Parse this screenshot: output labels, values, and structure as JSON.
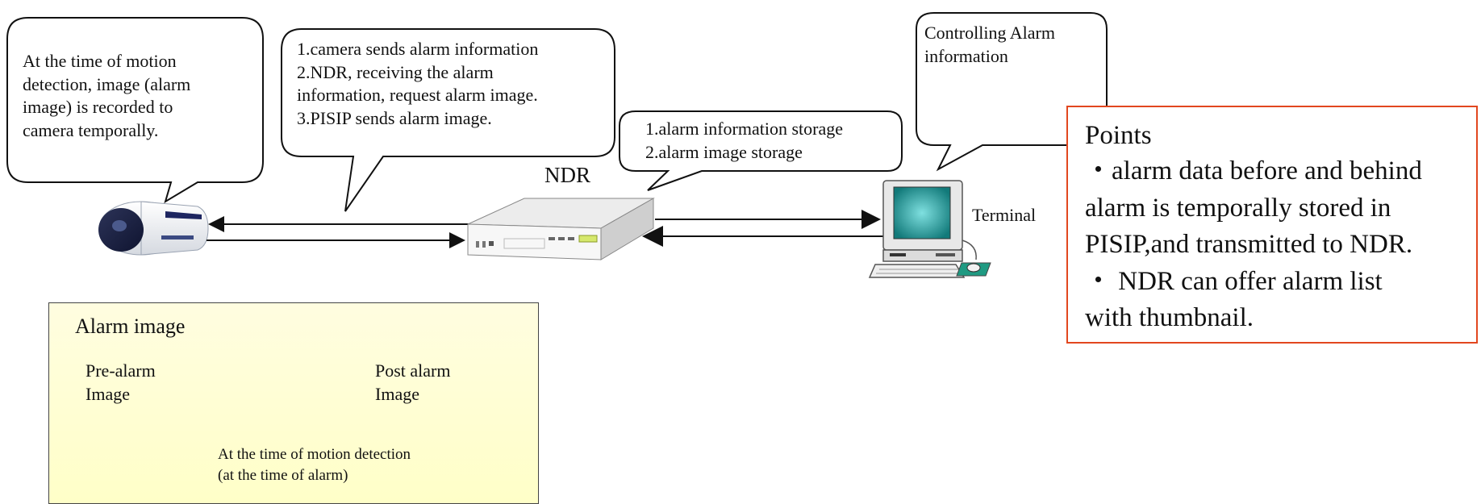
{
  "callouts": {
    "camera_note": "At the time of  motion\ndetection, image (alarm\nimage) is recorded to\ncamera temporally.",
    "process_steps": "1.camera sends alarm information\n2.NDR, receiving the alarm\ninformation, request alarm image.\n3.PISIP sends alarm image.",
    "storage_steps": "1.alarm information storage\n2.alarm image storage",
    "controlling": "Controlling Alarm\ninformation"
  },
  "labels": {
    "ndr": "NDR",
    "terminal": "Terminal"
  },
  "points": {
    "title": "Points",
    "text": "・alarm data before and behind\nalarm is temporally stored in\nPISIP,and transmitted to NDR.\n・ NDR can offer alarm list\nwith thumbnail."
  },
  "alarm_image": {
    "title": "Alarm image",
    "pre_label": "Pre-alarm\nImage",
    "post_label": "Post alarm\nImage",
    "motion_label": "At the time of motion detection\n(at the time of alarm)"
  },
  "colors": {
    "points_border": "#e2471f",
    "alarm_box_fill": "#ffffc8",
    "pre_segment": "#c8f0fc",
    "post_segment": "#5ec7f5",
    "screen": "#2a8f8f"
  }
}
